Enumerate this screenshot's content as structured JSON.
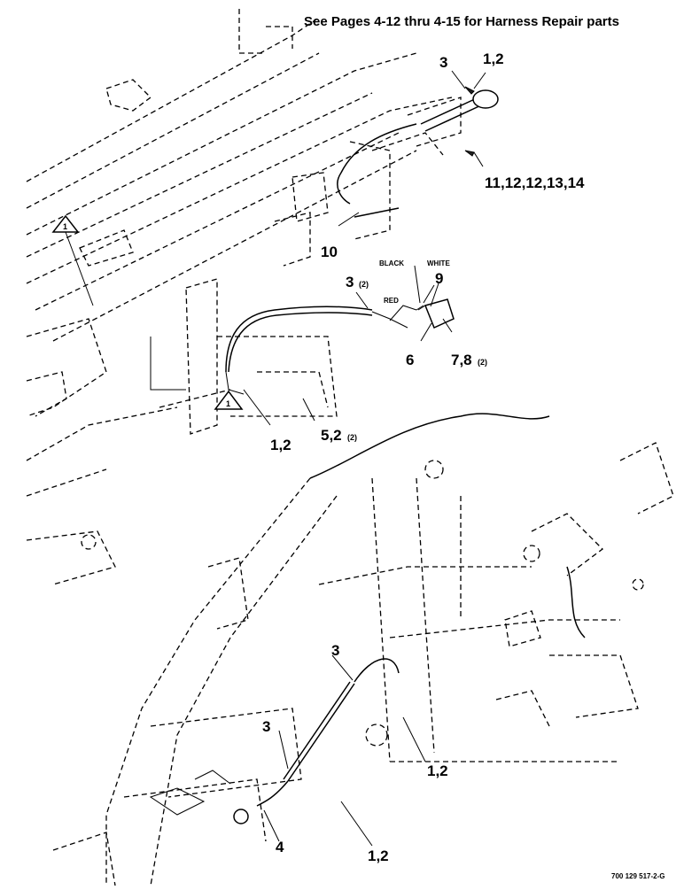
{
  "header": {
    "note": "See Pages 4-12 thru 4-15 for Harness Repair parts"
  },
  "callouts": {
    "c3_top": "3",
    "c12_top": "1,2",
    "c11_14": "11,12,12,13,14",
    "c10": "10",
    "c3_mid": "3",
    "c3_mid_qty": "(2)",
    "c9": "9",
    "c6": "6",
    "c78": "7,8",
    "c78_qty": "(2)",
    "c52": "5,2",
    "c52_qty": "(2)",
    "c12_mid": "1,2",
    "c3_low_a": "3",
    "c3_low_b": "3",
    "c12_low_a": "1,2",
    "c4": "4",
    "c12_low_b": "1,2"
  },
  "wire_labels": {
    "black": "BLACK",
    "white": "WHITE",
    "red": "RED"
  },
  "notes": {
    "n1_a": "1",
    "n1_b": "1"
  },
  "footer": {
    "drawing_number": "700 129 517-2-G"
  }
}
